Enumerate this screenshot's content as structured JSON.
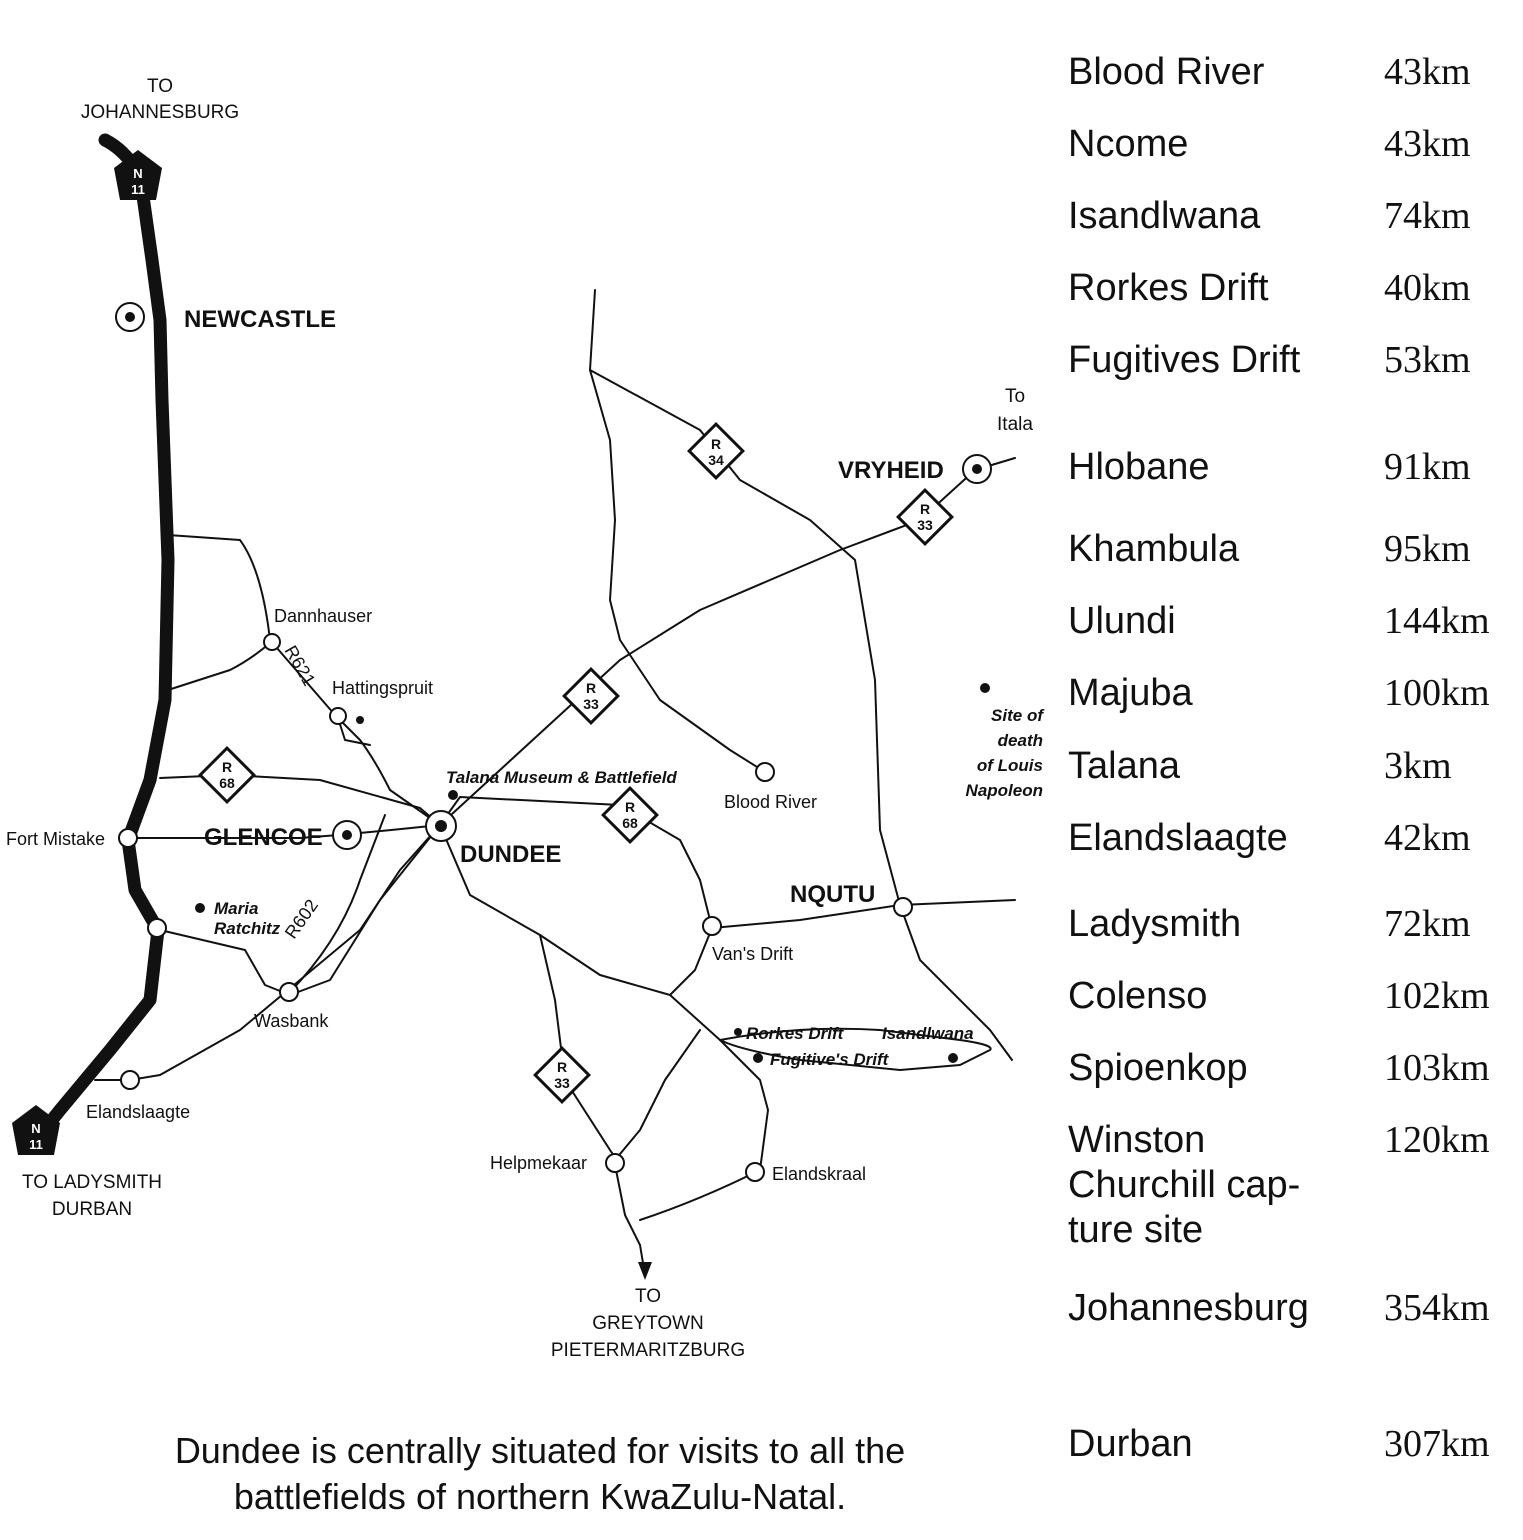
{
  "map_labels": {
    "to_johannesburg_1": "TO",
    "to_johannesburg_2": "JOHANNESBURG",
    "newcastle": "NEWCASTLE",
    "dannhauser": "Dannhauser",
    "r621": "R621",
    "hattingspruit": "Hattingspruit",
    "fort_mistake": "Fort Mistake",
    "glencoe": "GLENCOE",
    "dundee": "DUNDEE",
    "talana_museum": "Talana Museum & Battlefield",
    "blood_river": "Blood River",
    "maria_ratchitz_1": "Maria",
    "maria_ratchitz_2": "Ratchitz",
    "r602": "R602",
    "wasbank": "Wasbank",
    "elandslaagte": "Elandslaagte",
    "to_ladysmith_1": "TO LADYSMITH",
    "to_ladysmith_2": "DURBAN",
    "vryheid": "VRYHEID",
    "to_itala_1": "To",
    "to_itala_2": "Itala",
    "nqutu": "NQUTU",
    "vans_drift": "Van's Drift",
    "rorkes_drift": "Rorkes Drift",
    "isandlwana": "Isandlwana",
    "fugitives_drift": "Fugitive's Drift",
    "helpmekaar": "Helpmekaar",
    "elandskraal": "Elandskraal",
    "to_greytown_1": "TO",
    "to_greytown_2": "GREYTOWN",
    "to_greytown_3": "PIETERMARITZBURG",
    "site_of_death_1": "Site of",
    "site_of_death_2": "death",
    "site_of_death_3": "of Louis",
    "site_of_death_4": "Napoleon"
  },
  "road_shields": {
    "n11_top": "N\n11",
    "n11_bottom": "N\n11",
    "r34": "R\n34",
    "r33_vryheid": "R\n33",
    "r33_mid": "R\n33",
    "r68_west": "R\n68",
    "r68_east": "R\n68",
    "r33_south": "R\n33"
  },
  "distances": [
    {
      "place": "Blood River",
      "km": "43km"
    },
    {
      "place": "Ncome",
      "km": "43km"
    },
    {
      "place": "Isandlwana",
      "km": "74km"
    },
    {
      "place": "Rorkes Drift",
      "km": "40km"
    },
    {
      "place": "Fugitives Drift",
      "km": "53km"
    },
    {
      "place": "Hlobane",
      "km": "91km"
    },
    {
      "place": "Khambula",
      "km": "95km"
    },
    {
      "place": "Ulundi",
      "km": "144km"
    },
    {
      "place": "Majuba",
      "km": "100km"
    },
    {
      "place": "Talana",
      "km": "3km"
    },
    {
      "place": "Elandslaagte",
      "km": "42km"
    },
    {
      "place": "Ladysmith",
      "km": "72km"
    },
    {
      "place": "Colenso",
      "km": "102km"
    },
    {
      "place": "Spioenkop",
      "km": "103km"
    },
    {
      "place": "Winston Churchill cap-ture site",
      "km": "120km"
    },
    {
      "place": "Johannesburg",
      "km": "354km"
    },
    {
      "place": "Durban",
      "km": "307km"
    }
  ],
  "caption": "Dundee is centrally situated for visits to all the battlefields of northern KwaZulu-Natal."
}
